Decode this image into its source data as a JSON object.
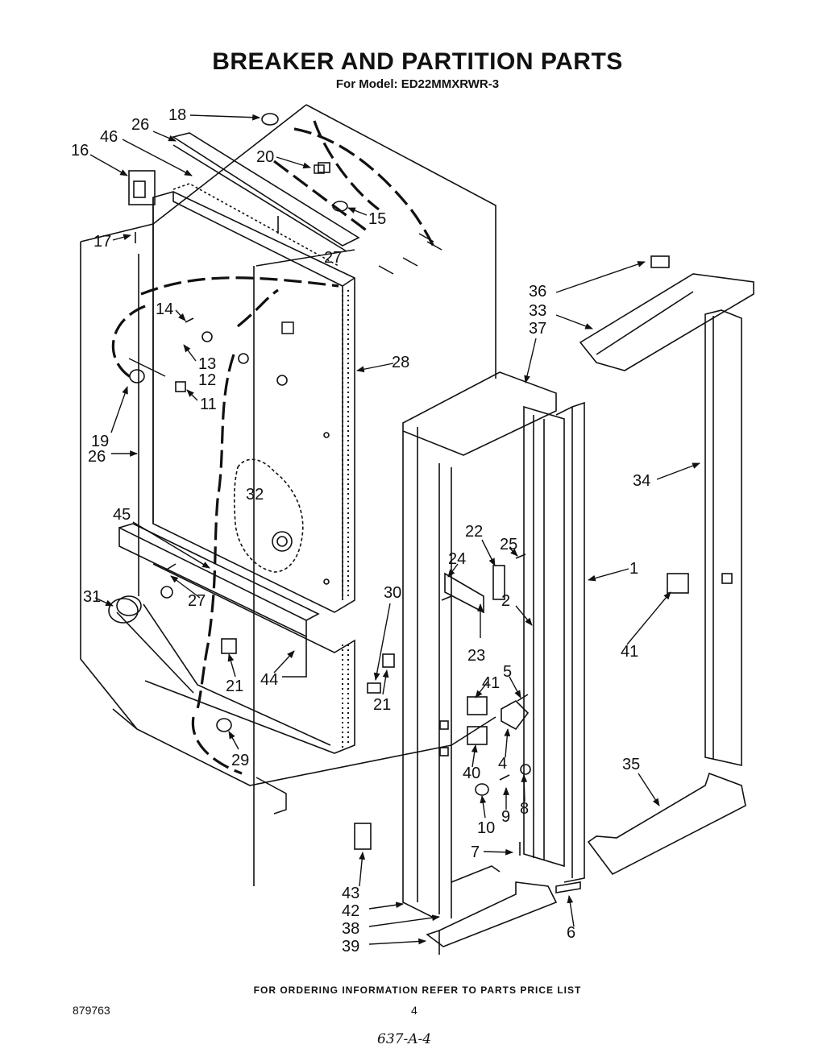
{
  "title": "BREAKER AND PARTITION PARTS",
  "subtitle": "For Model: ED22MMXRWR-3",
  "footer": "FOR ORDERING INFORMATION REFER TO PARTS PRICE LIST",
  "doc_number": "879763",
  "page_number": "4",
  "handwritten_note": "637-A-4",
  "callouts": [
    {
      "id": "c18",
      "label": "18"
    },
    {
      "id": "c26a",
      "label": "26"
    },
    {
      "id": "c46",
      "label": "46"
    },
    {
      "id": "c16",
      "label": "16"
    },
    {
      "id": "c17",
      "label": "17"
    },
    {
      "id": "c20",
      "label": "20"
    },
    {
      "id": "c15",
      "label": "15"
    },
    {
      "id": "c27a",
      "label": "27"
    },
    {
      "id": "c14",
      "label": "14"
    },
    {
      "id": "c13",
      "label": "13"
    },
    {
      "id": "c12",
      "label": "12"
    },
    {
      "id": "c11",
      "label": "11"
    },
    {
      "id": "c28",
      "label": "28"
    },
    {
      "id": "c19",
      "label": "19"
    },
    {
      "id": "c26b",
      "label": "26"
    },
    {
      "id": "c32",
      "label": "32"
    },
    {
      "id": "c45",
      "label": "45"
    },
    {
      "id": "c31",
      "label": "31"
    },
    {
      "id": "c27b",
      "label": "27"
    },
    {
      "id": "c21a",
      "label": "21"
    },
    {
      "id": "c44",
      "label": "44"
    },
    {
      "id": "c30",
      "label": "30"
    },
    {
      "id": "c21b",
      "label": "21"
    },
    {
      "id": "c29",
      "label": "29"
    },
    {
      "id": "c36",
      "label": "36"
    },
    {
      "id": "c33",
      "label": "33"
    },
    {
      "id": "c37",
      "label": "37"
    },
    {
      "id": "c34",
      "label": "34"
    },
    {
      "id": "c22",
      "label": "22"
    },
    {
      "id": "c25",
      "label": "25"
    },
    {
      "id": "c24",
      "label": "24"
    },
    {
      "id": "c1",
      "label": "1"
    },
    {
      "id": "c23",
      "label": "23"
    },
    {
      "id": "c2",
      "label": "2"
    },
    {
      "id": "c41a",
      "label": "41"
    },
    {
      "id": "c5",
      "label": "5"
    },
    {
      "id": "c41b",
      "label": "41"
    },
    {
      "id": "c4",
      "label": "4"
    },
    {
      "id": "c40",
      "label": "40"
    },
    {
      "id": "c8",
      "label": "8"
    },
    {
      "id": "c9",
      "label": "9"
    },
    {
      "id": "c10",
      "label": "10"
    },
    {
      "id": "c35",
      "label": "35"
    },
    {
      "id": "c7",
      "label": "7"
    },
    {
      "id": "c43",
      "label": "43"
    },
    {
      "id": "c42",
      "label": "42"
    },
    {
      "id": "c38",
      "label": "38"
    },
    {
      "id": "c39",
      "label": "39"
    },
    {
      "id": "c6",
      "label": "6"
    }
  ]
}
